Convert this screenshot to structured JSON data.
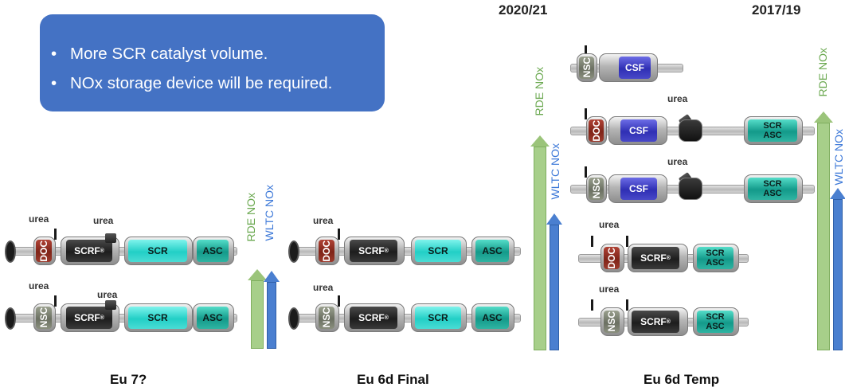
{
  "callout": {
    "bullets": [
      "More SCR catalyst volume.",
      "NOx storage device will be required."
    ]
  },
  "years": {
    "final": "2020/21",
    "temp": "2017/19"
  },
  "eras": {
    "eu7": "Eu 7?",
    "eu6d_final": "Eu 6d Final",
    "eu6d_temp": "Eu 6d Temp"
  },
  "arrows": {
    "rde": "RDE NOx",
    "wltc": "WLTC NOx"
  },
  "components": {
    "doc": "DOC",
    "nsc": "NSC",
    "csf": "CSF",
    "scrf": "SCRF",
    "scrf_mark": "®",
    "scr": "SCR",
    "asc": "ASC",
    "urea": "urea"
  },
  "colors": {
    "callout": "#4472c4",
    "rde_arrow": "#9bc47a",
    "wltc_arrow": "#4a7fd0"
  }
}
